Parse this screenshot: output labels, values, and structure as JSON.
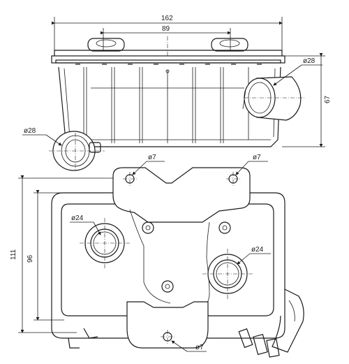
{
  "dimensions": {
    "overall_width": "162",
    "inner_width": "89",
    "height_side": "67",
    "pipe_top_diameter": "ø28",
    "pipe_side_diameter": "ø28",
    "bolt_tl": "ø7",
    "bolt_tr": "ø7",
    "bolt_bottom": "ø7",
    "port_left": "ø24",
    "port_right": "ø24",
    "height_outer": "111",
    "height_inner": "96"
  }
}
